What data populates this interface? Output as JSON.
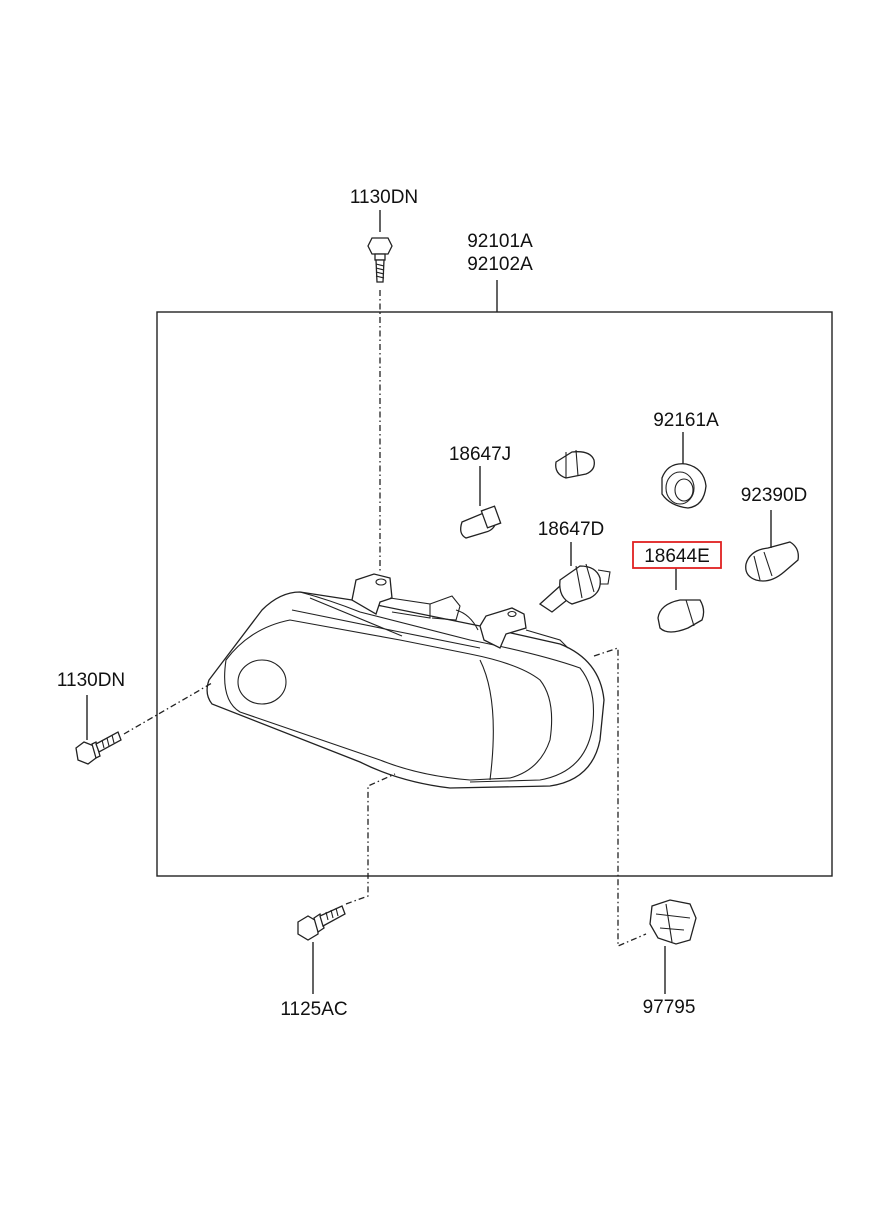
{
  "highlight_color": "#e02020",
  "labels": {
    "bolt_top": "1130DN",
    "assembly_line1": "92101A",
    "assembly_line2": "92102A",
    "bulb_small_j": "18647J",
    "socket_92161a": "92161A",
    "bulb_18647d": "18647D",
    "socket_92390d": "92390D",
    "bulb_18644e": "18644E",
    "bolt_left": "1130DN",
    "bolt_bottom": "1125AC",
    "clip_97795": "97795"
  },
  "highlighted_part": "18644E"
}
